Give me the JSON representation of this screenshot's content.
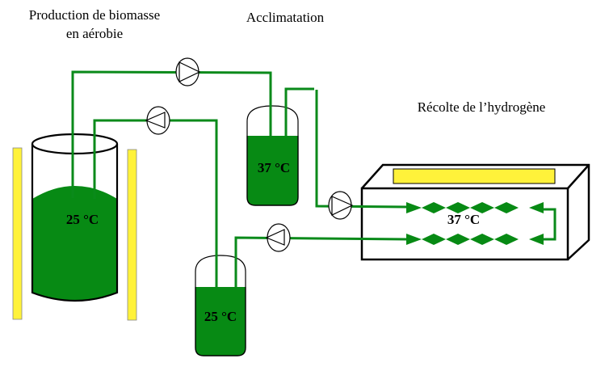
{
  "labels": {
    "production": [
      "Production de biomasse",
      "en aérobie"
    ],
    "acclimatation": "Acclimatation",
    "recolte": "Récolte de l’hydrogène"
  },
  "vessels": {
    "main_reactor": {
      "temperature": "25 °C"
    },
    "acclimatation_vessel": {
      "temperature": "37 °C"
    },
    "lower_vessel": {
      "temperature": "25 °C"
    },
    "photobioreactor": {
      "temperature": "37 °C"
    }
  },
  "colors": {
    "culture_green": "#078a14",
    "pipe_green": "#0a8a1a",
    "light_yellow": "#fff23a"
  }
}
